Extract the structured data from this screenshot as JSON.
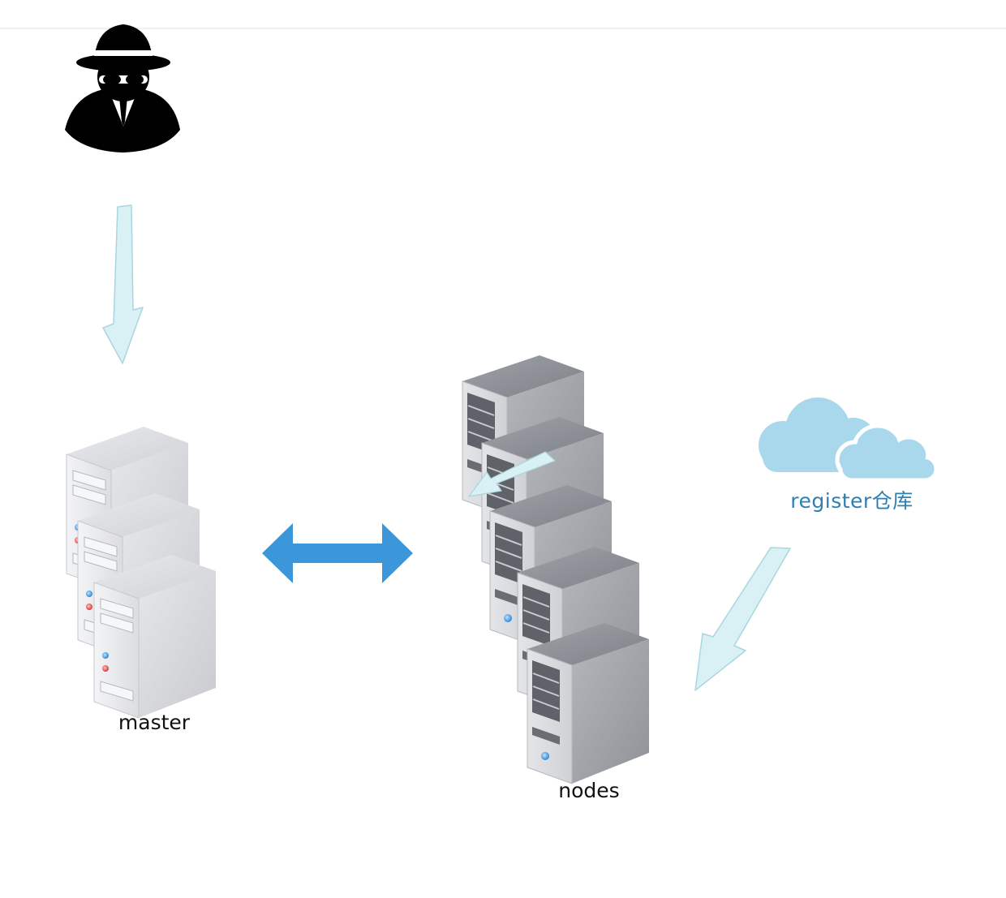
{
  "diagram": {
    "nodes": {
      "master": {
        "label": "master",
        "icon": "server-stack-icon",
        "server_count": 3
      },
      "nodes": {
        "label": "nodes",
        "icon": "server-stack-icon",
        "server_count": 5
      },
      "registry": {
        "label": "register仓库",
        "icon": "cloud-icon"
      },
      "user": {
        "icon": "hacker-icon"
      }
    },
    "edges": [
      {
        "from": "user",
        "to": "master",
        "style": "light-arrow"
      },
      {
        "from": "master",
        "to": "nodes",
        "style": "bidirectional-arrow"
      },
      {
        "from": "registry",
        "to": "nodes",
        "style": "light-arrow"
      }
    ],
    "colors": {
      "light_arrow_fill": "#d9f0f4",
      "light_arrow_stroke": "#a9d6df",
      "bidirectional_arrow": "#3b97d9",
      "cloud": "#a9d8ec",
      "registry_text": "#2f7fb0",
      "server_dark": "#8a8d93",
      "server_light": "#dcdee3"
    }
  }
}
